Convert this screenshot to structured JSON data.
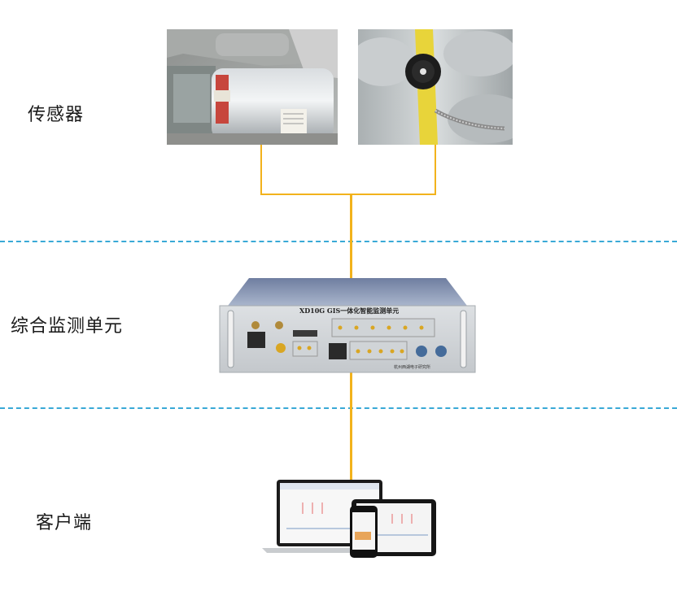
{
  "tiers": {
    "sensor_label": "传感器",
    "monitor_label": "综合监测单元",
    "client_label": "客户端"
  },
  "device": {
    "title": "XD10G GIS一体化智能监测单元",
    "manufacturer": "杭州西湖电子研究所"
  },
  "colors": {
    "wire": "#f2b21c",
    "dashed_divider": "#39a9d6",
    "panel": "#d3d6d9",
    "panel_top": "#7d8ca8"
  }
}
